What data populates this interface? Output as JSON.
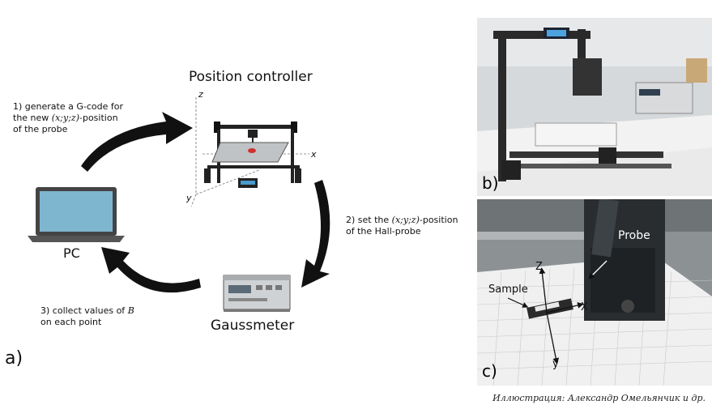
{
  "panel_a": {
    "letter": "a)",
    "position_controller_label": "Position controller",
    "pc_label": "PC",
    "gaussmeter_label": "Gaussmeter",
    "step1": [
      "1) generate a G-code for",
      "the new ",
      "(x;y;z)",
      "-position",
      "of the probe"
    ],
    "step2": [
      "2) set the ",
      "(x;y;z)",
      "-position",
      "of the Hall-probe"
    ],
    "step3": [
      "3) collect values of ",
      "B",
      "on each point"
    ],
    "axis_z": "z",
    "axis_x": "x",
    "axis_y": "y"
  },
  "panel_b": {
    "letter": "b)"
  },
  "panel_c": {
    "letter": "c)",
    "probe_label": "Probe",
    "sample_label": "Sample",
    "axis_z": "Z",
    "axis_x": "X",
    "axis_y": "y"
  },
  "caption": "Иллюстрация: Александр Омельянчик и др."
}
